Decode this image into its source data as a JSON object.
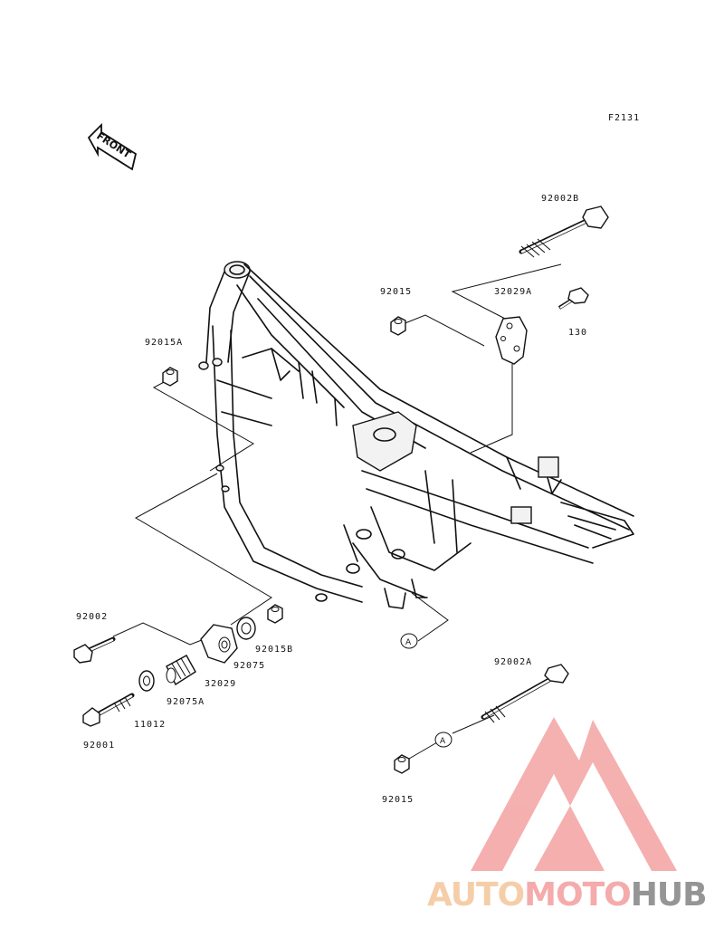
{
  "figure_code": "F2131",
  "front_arrow_label": "FRONT",
  "callout_marker": "A",
  "parts": {
    "p92002B": "92002B",
    "p92015_top": "92015",
    "p32029A": "32029A",
    "p130": "130",
    "p92015A": "92015A",
    "p92002": "92002",
    "p92015B": "92015B",
    "p92075": "92075",
    "p32029": "32029",
    "p92075A": "92075A",
    "p11012": "11012",
    "p92001": "92001",
    "p92002A": "92002A",
    "p92015_bottom": "92015"
  },
  "watermark": {
    "word_part1": "AUTO",
    "word_part2": "MOTO",
    "word_part3": "HUB",
    "color_part1": "#f5c9a0",
    "color_part2": "#f4a3a3",
    "color_part3": "#8a8a8a",
    "logo_color": "#f08a8a"
  }
}
